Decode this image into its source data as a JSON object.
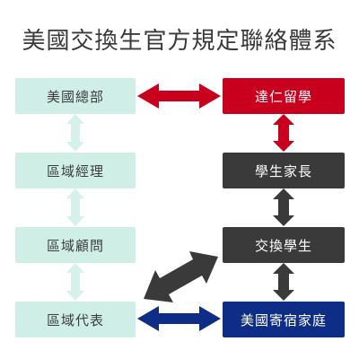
{
  "title": "美國交換生官方規定聯絡體系",
  "left_column": [
    {
      "id": "hq",
      "label": "美國總部"
    },
    {
      "id": "area_manager",
      "label": "區域經理"
    },
    {
      "id": "area_advisor",
      "label": "區域顧問"
    },
    {
      "id": "area_rep",
      "label": "區域代表"
    }
  ],
  "right_column": [
    {
      "id": "dajen",
      "label": "達仁留學",
      "color": "#c8001e"
    },
    {
      "id": "parents",
      "label": "學生家長",
      "color": "#3a3a3a"
    },
    {
      "id": "student",
      "label": "交換學生",
      "color": "#3a3a3a"
    },
    {
      "id": "host_family",
      "label": "美國寄宿家庭",
      "color": "#0d2d86"
    }
  ],
  "colors": {
    "left_box": "#cfeee6",
    "vertical_arrow_left": "#d6f0ea",
    "vertical_arrow_right": "#3a3a3a",
    "hq_dajen_arrow": "#c8001e",
    "dajen_parents_arrow": "#c8001e",
    "rep_host_arrow": "#0d2d86",
    "student_rep_arrow": "#3a3a3a"
  }
}
